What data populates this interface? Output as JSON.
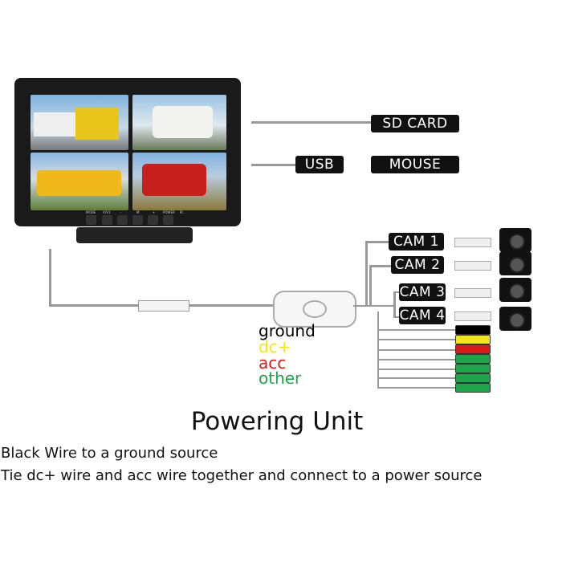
{
  "monitor": {
    "buttons": [
      "MODE",
      "V/V1",
      "-",
      "M",
      "+",
      "POWER",
      "IR"
    ]
  },
  "ports": {
    "sd_card": "SD CARD",
    "usb": "USB",
    "mouse": "MOUSE"
  },
  "cameras": [
    "CAM 1",
    "CAM 2",
    "CAM 3",
    "CAM 4"
  ],
  "wire_legend": [
    {
      "label": "ground",
      "color": "#000000"
    },
    {
      "label": "dc+",
      "color": "#f2e51c"
    },
    {
      "label": "acc",
      "color": "#d71a1a"
    },
    {
      "label": "other",
      "color": "#1ea54a"
    }
  ],
  "title": "Powering Unit",
  "instructions": [
    "Black Wire to a ground source",
    "Tie dc+ wire and acc wire together and connect to a power source"
  ]
}
